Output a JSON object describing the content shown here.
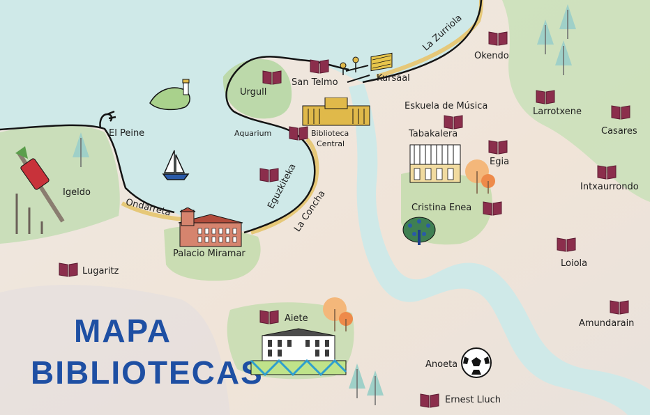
{
  "title": {
    "line1": "MAPA",
    "line2": "BIBLIOTECAS"
  },
  "colors": {
    "sea": "#cfe9e8",
    "river": "#cfe9e8",
    "land": "#efe9e1",
    "green": "#bfdcaf",
    "book": "#8b2e4c",
    "coast": "#141414",
    "title": "#1e4fa3"
  },
  "places": {
    "peine": "El Peine",
    "igeldo": "Igeldo",
    "ondarreta": "Ondarreta",
    "miramar": "Palacio Miramar",
    "lugaritz": "Lugaritz",
    "urgull": "Urgull",
    "san_telmo": "San Telmo",
    "aquarium": "Aquarium",
    "biblioteca_central_1": "Biblioteca",
    "biblioteca_central_2": "Central",
    "eguzkiteka": "Eguzkiteka",
    "la_concha": "La Concha",
    "kursaal": "Kursaal",
    "la_zurriola": "La Zurriola",
    "okendo": "Okendo",
    "escuela_musica": "Eskuela de Música",
    "tabakalera": "Tabakalera",
    "egia": "Egia",
    "cristina_enea": "Cristina Enea",
    "larrotxene": "Larrotxene",
    "casares": "Casares",
    "intxaurrondo": "Intxaurrondo",
    "loiola": "Loiola",
    "amundarain": "Amundarain",
    "aiete": "Aiete",
    "anoeta": "Anoeta",
    "ernest_lluch": "Ernest Lluch"
  },
  "icons": [
    "book-icon",
    "tree-icon",
    "sailboat-icon",
    "lighthouse-icon",
    "funicular-icon",
    "palace-icon",
    "peacock-icon",
    "soccer-ball-icon",
    "sculpture-icon",
    "kursaal-building-icon",
    "library-building-icon",
    "tabakalera-building-icon",
    "aiete-palace-icon",
    "autumn-tree-icon"
  ]
}
